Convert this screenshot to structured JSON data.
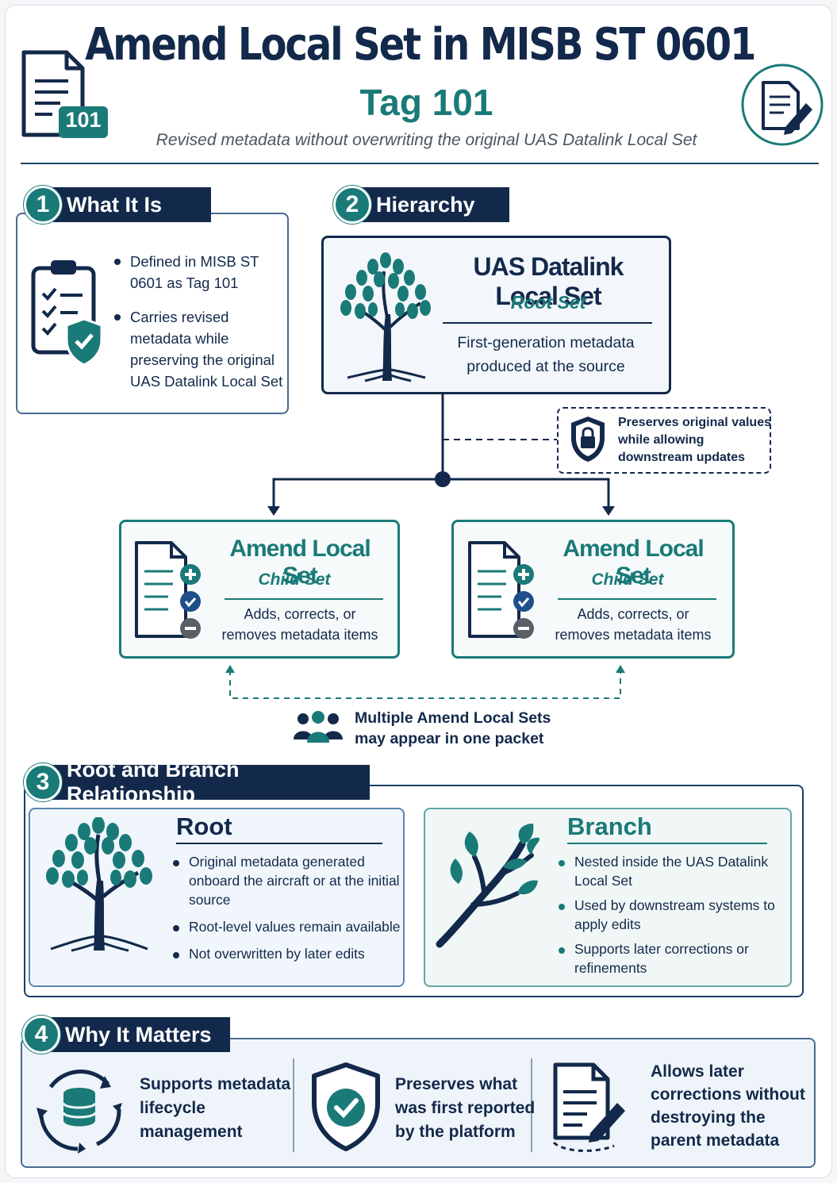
{
  "header": {
    "title": "Amend Local Set in MISB ST 0601",
    "tag": "Tag 101",
    "subtitle": "Revised metadata without overwriting the original UAS Datalink Local Set",
    "doc_badge": "101"
  },
  "section1": {
    "num": "1",
    "label": "What It Is",
    "bullets": [
      "Defined in MISB ST 0601 as Tag 101",
      "Carries revised metadata while preserving the original UAS Datalink Local Set"
    ]
  },
  "section2": {
    "num": "2",
    "label": "Hierarchy",
    "root": {
      "title": "UAS Datalink Local Set",
      "subtitle": "Root Set",
      "desc_line1": "First-generation metadata",
      "desc_line2": "produced at the source"
    },
    "note_line1": "Preserves original values",
    "note_line2": "while allowing",
    "note_line3": "downstream updates",
    "children": [
      {
        "title": "Amend Local Set",
        "subtitle": "Child Set",
        "desc_line1": "Adds, corrects, or",
        "desc_line2": "removes metadata items"
      },
      {
        "title": "Amend Local Set",
        "subtitle": "Child Set",
        "desc_line1": "Adds, corrects, or",
        "desc_line2": "removes metadata items"
      }
    ],
    "multi_line1": "Multiple Amend Local Sets",
    "multi_line2": "may appear in one packet"
  },
  "section3": {
    "num": "3",
    "label": "Root and Branch Relationship",
    "root": {
      "title": "Root",
      "bullets": [
        "Original metadata generated onboard the aircraft or at the initial source",
        "Root-level values remain available",
        "Not overwritten by later edits"
      ]
    },
    "branch": {
      "title": "Branch",
      "bullets": [
        "Nested inside the UAS Datalink Local Set",
        "Used by downstream systems to apply edits",
        "Supports later corrections or refinements"
      ]
    }
  },
  "section4": {
    "num": "4",
    "label": "Why It Matters",
    "items": [
      {
        "line1": "Supports metadata",
        "line2": "lifecycle",
        "line3": "management"
      },
      {
        "line1": "Preserves what",
        "line2": "was first reported",
        "line3": "by the platform"
      },
      {
        "line1": "Allows later",
        "line2": "corrections without",
        "line3": "destroying the",
        "line4": "parent metadata"
      }
    ]
  },
  "colors": {
    "navy": "#13294b",
    "teal": "#1a7a78",
    "light_panel": "#eef4f9"
  }
}
